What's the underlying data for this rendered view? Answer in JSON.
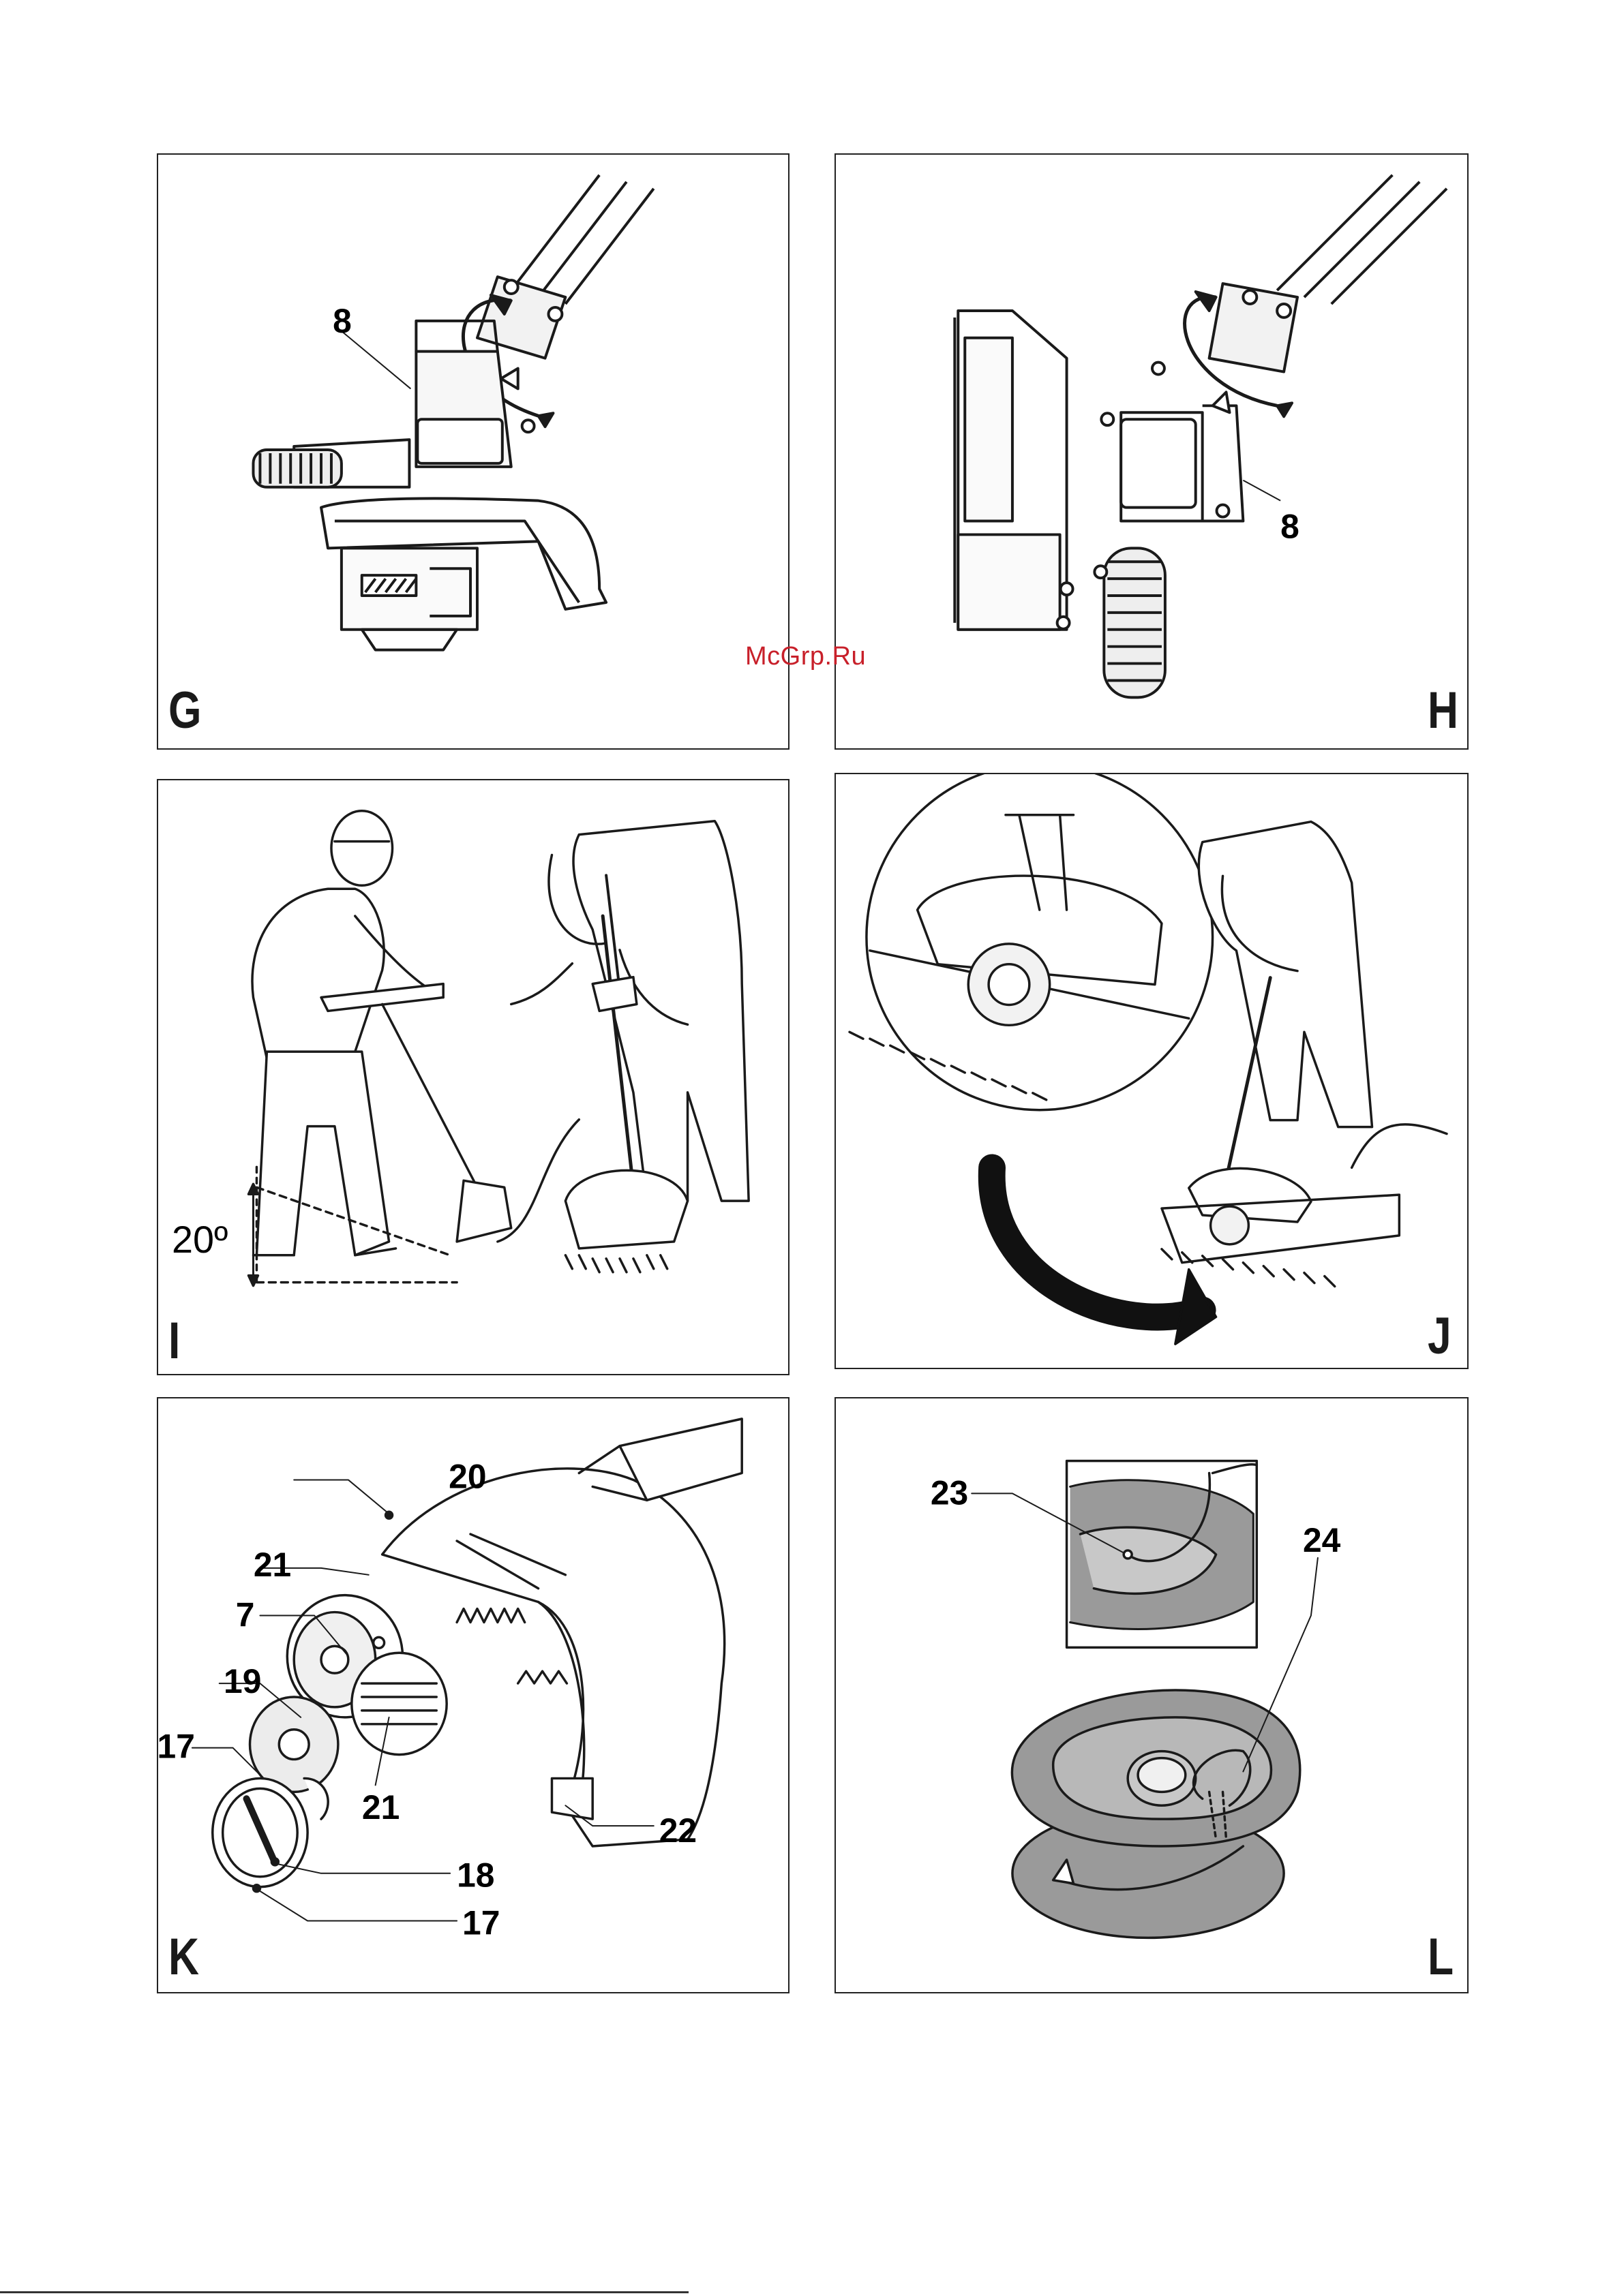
{
  "panels": {
    "g": {
      "letter": "G",
      "labels": {
        "l8": "8"
      }
    },
    "h": {
      "letter": "H",
      "labels": {
        "l8": "8"
      }
    },
    "i": {
      "letter": "I",
      "angle": "20º"
    },
    "j": {
      "letter": "J"
    },
    "k": {
      "letter": "K",
      "labels": {
        "l20": "20",
        "l21a": "21",
        "l7": "7",
        "l19": "19",
        "l17a": "17",
        "l21b": "21",
        "l22": "22",
        "l18": "18",
        "l17b": "17"
      }
    },
    "l": {
      "letter": "L",
      "labels": {
        "l23": "23",
        "l24": "24"
      }
    }
  },
  "watermark": "McGrp.Ru",
  "colors": {
    "line": "#1a1a1a",
    "watermark": "#c8202a",
    "panel_border": "#222222",
    "grey": "#8a8a8a"
  }
}
